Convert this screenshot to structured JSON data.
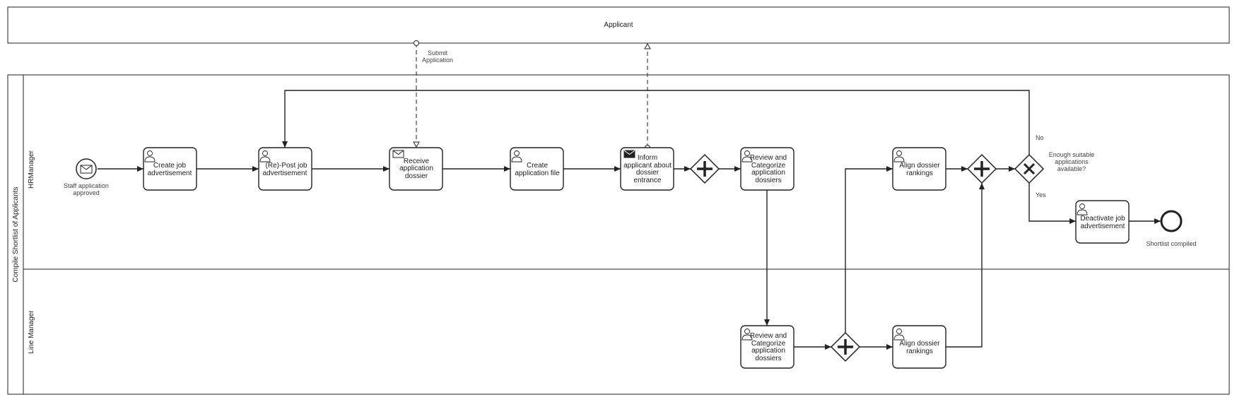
{
  "pools": {
    "applicant": "Applicant",
    "main": "Compile Shortlist of Applicants"
  },
  "lanes": {
    "hr": "HRManager",
    "line": "Line Manager"
  },
  "events": {
    "start": "Staff application approved",
    "end": "Shortlist compiled"
  },
  "tasks": {
    "create_ad": "Create job advertisement",
    "post_ad": "(Re)-Post job advertisement",
    "receive": "Receive application dossier",
    "create_file": "Create application file",
    "inform": "Inform applicant about dossier entrance",
    "review_hr": "Review and Categorize application dossiers",
    "align_hr": "Align dossier rankings",
    "deactivate": "Deactivate job advertisement",
    "review_lm": "Review and Categorize application dossiers",
    "align_lm": "Align dossier rankings"
  },
  "flows": {
    "submit": "Submit Application",
    "no": "No",
    "yes": "Yes",
    "question": "Enough suitable applications available?"
  },
  "colors": {
    "stroke": "#222222",
    "background": "#ffffff"
  }
}
